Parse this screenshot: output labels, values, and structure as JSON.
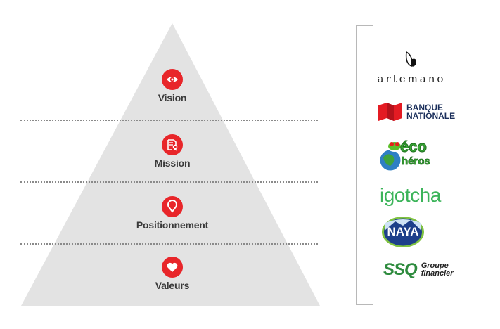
{
  "diagram": {
    "type": "pyramid",
    "levels": [
      {
        "label": "Vision",
        "icon": "eye-icon"
      },
      {
        "label": "Mission",
        "icon": "certificate-document-icon"
      },
      {
        "label": "Positionnement",
        "icon": "map-pin-icon"
      },
      {
        "label": "Valeurs",
        "icon": "heart-icon"
      }
    ],
    "colors": {
      "pyramid_fill": "#e3e3e3",
      "icon_bg": "#e8262a",
      "label": "#3a3a3a",
      "divider": "#8a8a8a"
    }
  },
  "clients": {
    "logos": [
      {
        "name": "artemano",
        "text": "artemano"
      },
      {
        "name": "banque-nationale",
        "line1": "BANQUE",
        "line2": "NATIONALE"
      },
      {
        "name": "eco-heros",
        "line1": "éco",
        "line2": "héros"
      },
      {
        "name": "igotcha",
        "text": "igotcha"
      },
      {
        "name": "naya",
        "text": "NAYA"
      },
      {
        "name": "ssq",
        "text": "SSQ",
        "sub1": "Groupe",
        "sub2": "financier"
      }
    ]
  }
}
